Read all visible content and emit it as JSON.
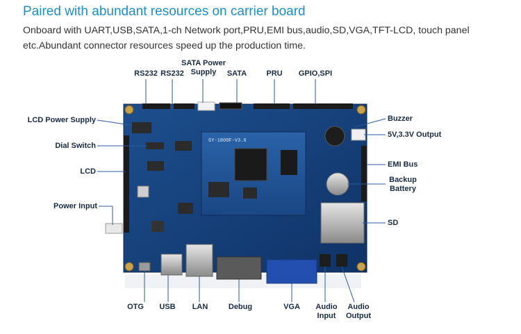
{
  "heading": "Paired with abundant resources on carrier board",
  "description": "Onboard with UART,USB,SATA,1-ch Network port,PRU,EMI bus,audio,SD,VGA,TFT-LCD, touch panel etc.Abundant connector resources speed up the production time.",
  "labels": {
    "rs232_a": "RS232",
    "rs232_b": "RS232",
    "sata_power": "SATA Power Supply",
    "sata": "SATA",
    "pru": "PRU",
    "gpio_spi": "GPIO,SPI",
    "lcd_power": "LCD Power Supply",
    "dial_switch": "Dial Switch",
    "lcd": "LCD",
    "power_input": "Power Input",
    "buzzer": "Buzzer",
    "output": "5V,3.3V Output",
    "emi_bus": "EMI Bus",
    "backup_battery": "Backup Battery",
    "sd": "SD",
    "otg": "OTG",
    "usb": "USB",
    "lan": "LAN",
    "debug": "Debug",
    "vga": "VGA",
    "audio_input": "Audio Input",
    "audio_output": "Audio Output"
  },
  "board_text": {
    "module_silk": "GY-1808F-V3.6"
  },
  "colors": {
    "heading": "#1a8fc8",
    "board": "#163f7a",
    "module": "#1f4f8f",
    "label": "#1a2a44",
    "leader": "#2a5aa0"
  }
}
